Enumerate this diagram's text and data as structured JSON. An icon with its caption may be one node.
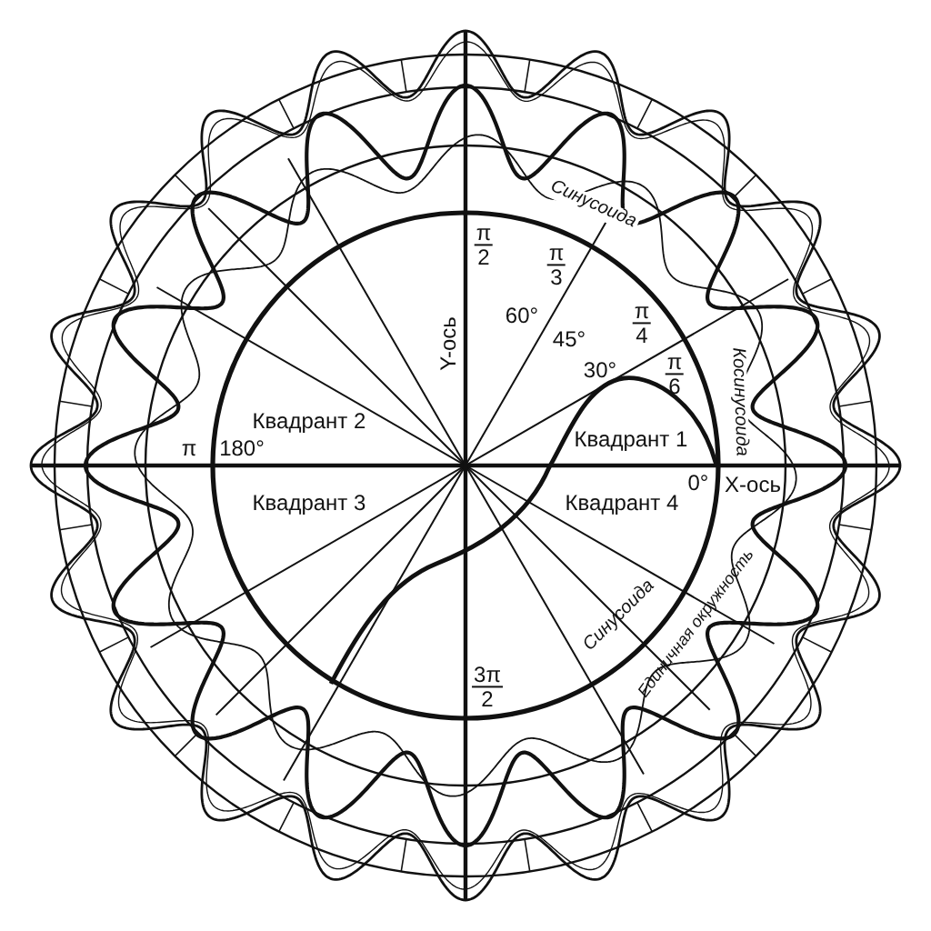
{
  "diagram": {
    "labels": [
      "Синусоида",
      "π",
      "2",
      "π",
      "3",
      "π",
      "4",
      "60°",
      "Y-ось",
      "45°",
      "π",
      "6",
      "Косинусоида",
      "30°",
      "Квадрант 2",
      "Квадрант 1",
      "π",
      "180°",
      "0°",
      "X-ось",
      "Квадрант 3",
      "Квадрант 4",
      "Единичная окружность",
      "Синусоида",
      "3π",
      "2"
    ]
  }
}
